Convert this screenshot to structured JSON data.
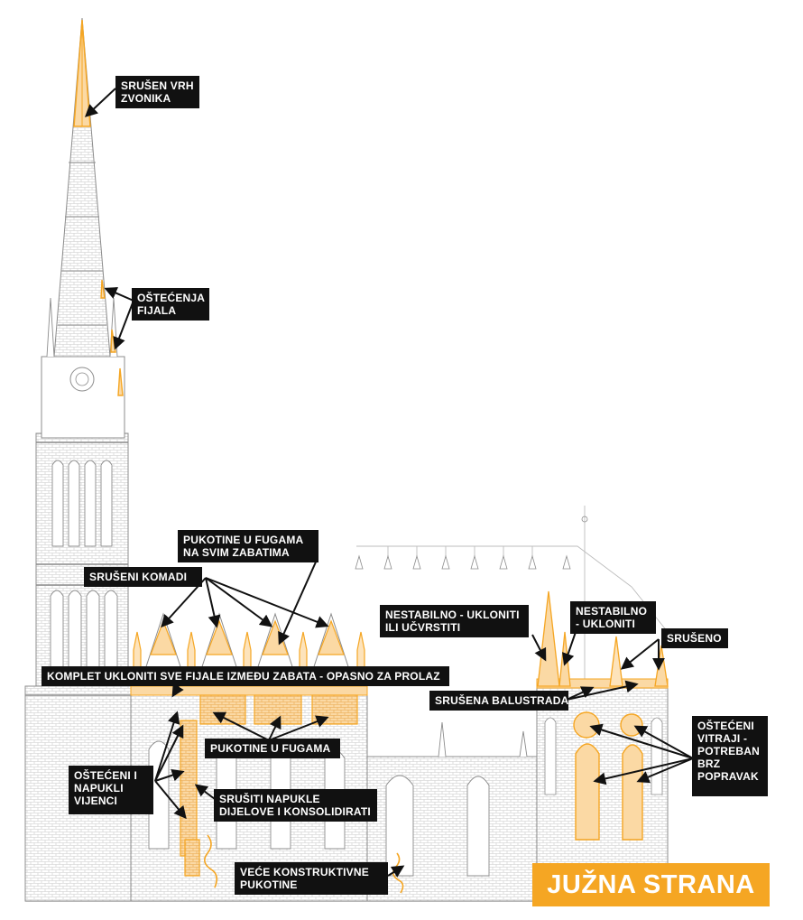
{
  "colors": {
    "damage": "#f5a623",
    "label_bg": "#111111",
    "label_text": "#ffffff",
    "line_art": "#8c8c8c"
  },
  "labels": {
    "srusen_vrh": "SRUŠEN VRH ZVONIKA",
    "ostecenja_fijala": "OŠTEĆENJA FIJALA",
    "pukotine_zabati": "PUKOTINE U FUGAMA NA SVIM ZABATIMA",
    "sruseni_komadi": "SRUŠENI KOMADI",
    "nestabilno_ucvrstiti": "NESTABILNO - UKLONITI ILI UČVRSTITI",
    "nestabilno_ukloniti": "NESTABILNO - UKLONITI",
    "sruseno": "SRUŠENO",
    "komplet_ukloniti": "KOMPLET UKLONITI SVE FIJALE IZMEĐU ZABATA - OPASNO ZA PROLAZ",
    "srusena_balustrada": "SRUŠENA BALUSTRADA",
    "pukotine_fugama": "PUKOTINE U FUGAMA",
    "osteceni_vitraji": "OŠTEĆENI VITRAJI - POTREBAN BRZ POPRAVAK",
    "osteceni_vijenci": "OŠTEĆENI I NAPUKLI VIJENCI",
    "srusiti_napukle": "SRUŠITI NAPUKLE DIJELOVE I KONSOLIDIRATI",
    "vece_pukotine": "VEĆE KONSTRUKTIVNE PUKOTINE"
  },
  "badge": {
    "text": "JUŽNA STRANA"
  }
}
